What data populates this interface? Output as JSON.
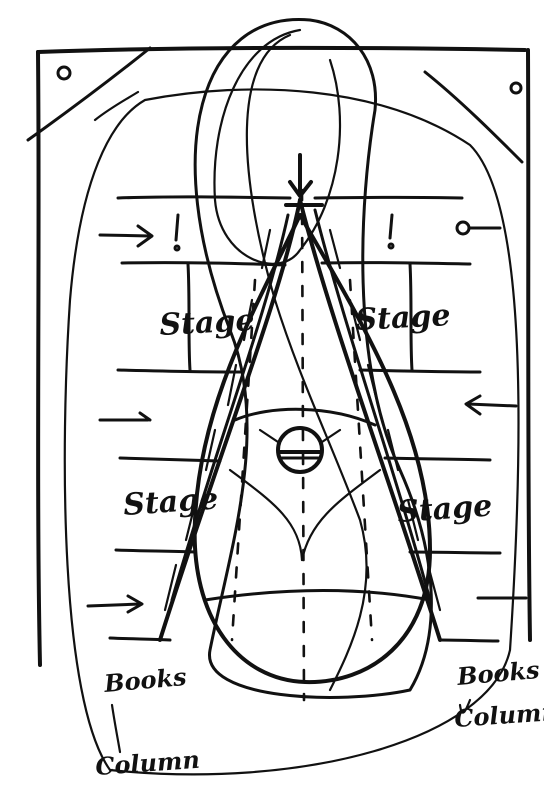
{
  "labels": {
    "stage": "Stage",
    "books": "Books",
    "column": "Column"
  },
  "colors": {
    "ink": "#111111",
    "paper": "#ffffff"
  }
}
